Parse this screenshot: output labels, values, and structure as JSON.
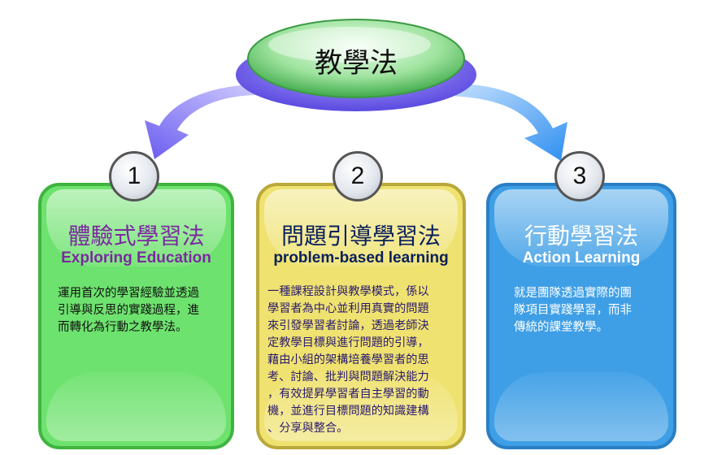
{
  "center": {
    "label": "教學法"
  },
  "methods": [
    {
      "number": "1",
      "title": "體驗式學習法",
      "subtitle": "Exploring Education",
      "lines": [
        "運用首次的學習經驗並透過",
        "引導與反思的實踐過程，進",
        "而轉化為行動之教學法。"
      ]
    },
    {
      "number": "2",
      "title": "問題引導學習法",
      "subtitle": "problem-based learning",
      "lines": [
        "一種課程設計與教學模式，係以",
        "學習者為中心並利用真實的問題",
        "來引發學習者討論，透過老師決",
        "定教學目標與進行問題的引導，",
        "藉由小組的架構培養學習者的思",
        "考、討論、批判與問題解決能力",
        "，有效提昇學習者自主學習的動",
        "機，並進行目標問題的知識建構",
        "、分享與整合。"
      ]
    },
    {
      "number": "3",
      "title": "行動學習法",
      "subtitle": "Action Learning",
      "lines": [
        "就是團隊透過實際的團",
        "隊項目實踐學習，而非",
        "傳統的課堂教學。"
      ]
    }
  ],
  "colors": {
    "green": "#6ee26e",
    "yellow": "#efe270",
    "blue": "#3f9fe6",
    "purple_title": "#7a2aa0",
    "navy": "#0a1f5c"
  }
}
